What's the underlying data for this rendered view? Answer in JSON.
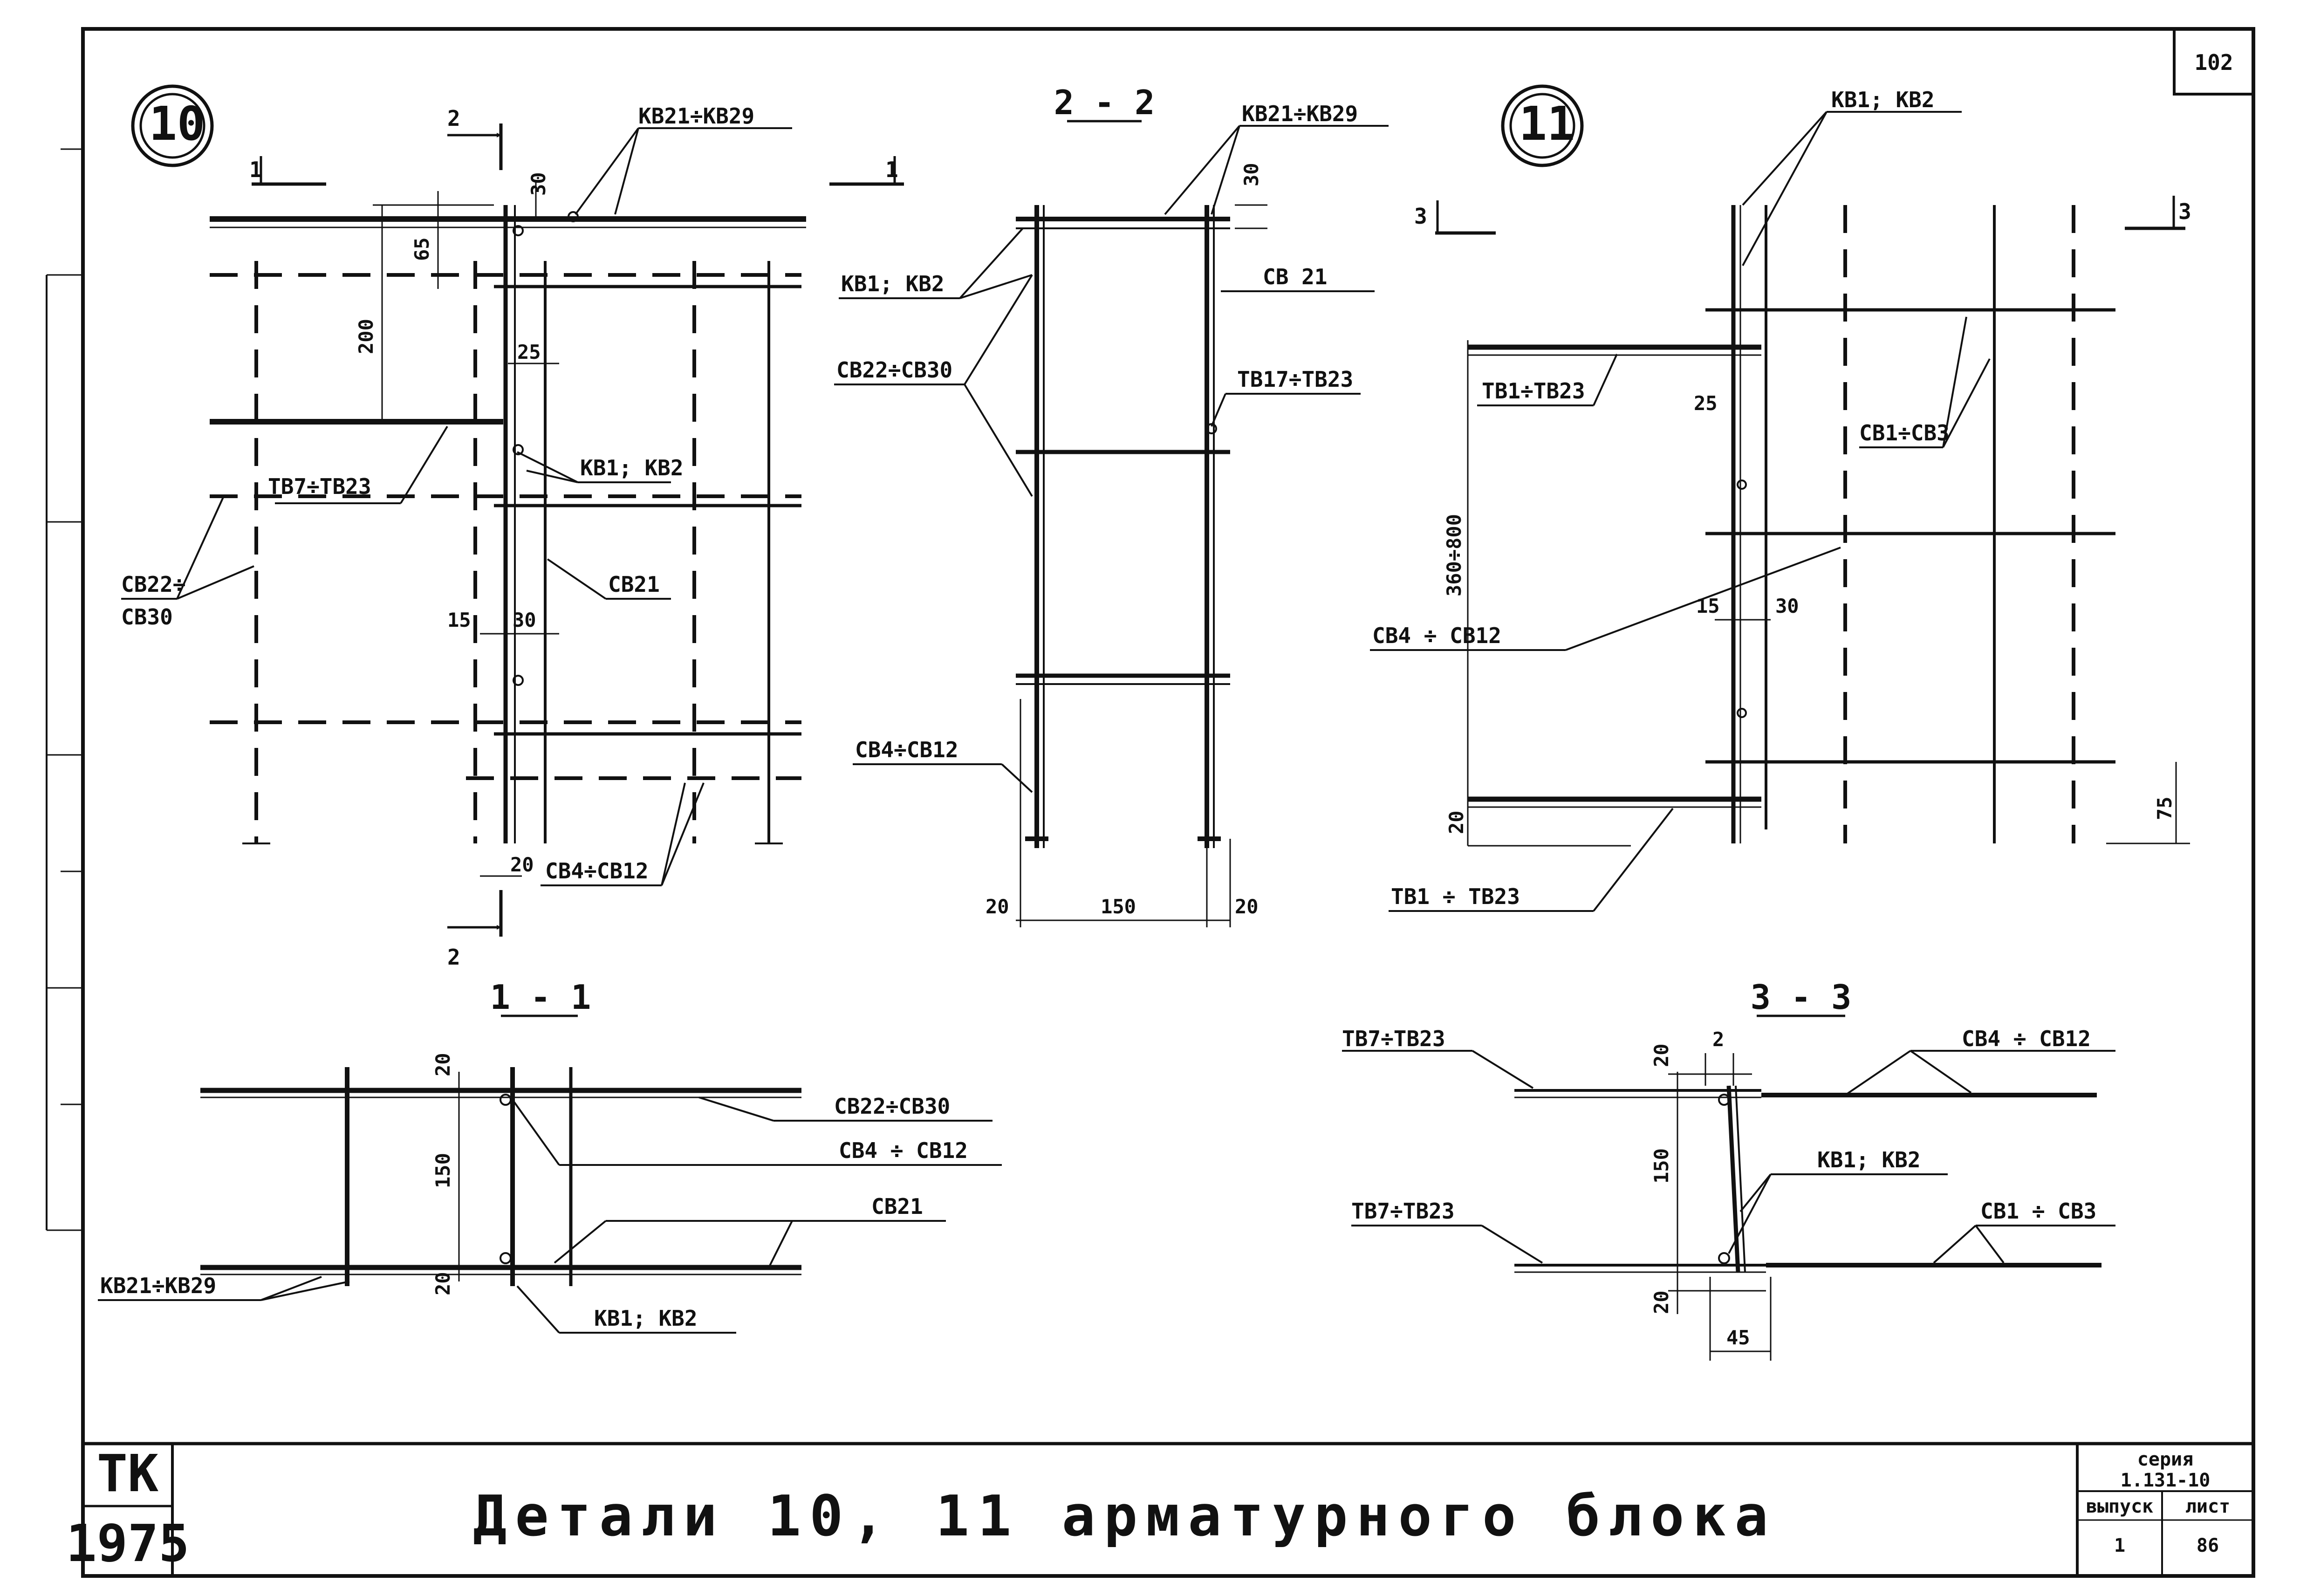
{
  "sheet": {
    "page_number": "102",
    "title": "Детали 10, 11 арматурного блока",
    "org": "ТК",
    "year": "1975",
    "series_label": "серия",
    "series_value": "1.131-10",
    "issue_label": "выпуск",
    "issue_value": "1",
    "sheet_label": "лист",
    "sheet_value": "86"
  },
  "detail_10": {
    "number": "10",
    "cut_1": "1",
    "cut_2": "2",
    "labels": {
      "kb21": "КВ21÷КВ29",
      "tb7": "ТВ7÷ТВ23",
      "kb1": "КВ1; КВ2",
      "cb22": "СВ22÷",
      "cb30": "СВ30",
      "cb21": "СВ21",
      "cb4": "СВ4÷СВ12"
    },
    "dims": {
      "d30": "30",
      "d65": "65",
      "d200": "200",
      "d25": "25",
      "d15": "15",
      "d30b": "30",
      "d20": "20"
    }
  },
  "section_2_2": {
    "title": "2 - 2",
    "labels": {
      "kb21": "КВ21÷КВ29",
      "kb1": "КВ1; КВ2",
      "cb21": "СВ 21",
      "cb22": "СВ22÷СВ30",
      "tb17": "ТВ17÷ТВ23",
      "cb4": "СВ4÷СВ12"
    },
    "dims": {
      "d30": "30",
      "d20a": "20",
      "d150": "150",
      "d20b": "20"
    }
  },
  "detail_11": {
    "number": "11",
    "cut_3": "3",
    "labels": {
      "kb1": "КВ1; КВ2",
      "tb1": "ТВ1÷ТВ23",
      "cb1": "СВ1÷СВ3",
      "cb4": "СВ4 ÷ СВ12",
      "tb1b": "ТВ1 ÷ ТВ23"
    },
    "dims": {
      "d25": "25",
      "d360": "360÷800",
      "d15": "15",
      "d30": "30",
      "d20": "20",
      "d75": "75"
    }
  },
  "section_1_1": {
    "title": "1 - 1",
    "labels": {
      "cb22": "СВ22÷СВ30",
      "cb4": "СВ4 ÷ СВ12",
      "cb21": "СВ21",
      "kb21": "КВ21÷КВ29",
      "kb1": "КВ1; КВ2"
    },
    "dims": {
      "d20a": "20",
      "d150": "150",
      "d20b": "20"
    }
  },
  "section_3_3": {
    "title": "3 - 3",
    "labels": {
      "tb7a": "ТВ7÷ТВ23",
      "cb4": "СВ4 ÷ СВ12",
      "kb1": "КВ1; КВ2",
      "tb7b": "ТВ7÷ТВ23",
      "cb1": "СВ1 ÷ СВ3"
    },
    "dims": {
      "d20a": "20",
      "d2": "2",
      "d150": "150",
      "d20b": "20",
      "d45": "45"
    }
  },
  "colors": {
    "ink": "#111111",
    "paper": "#ffffff"
  }
}
